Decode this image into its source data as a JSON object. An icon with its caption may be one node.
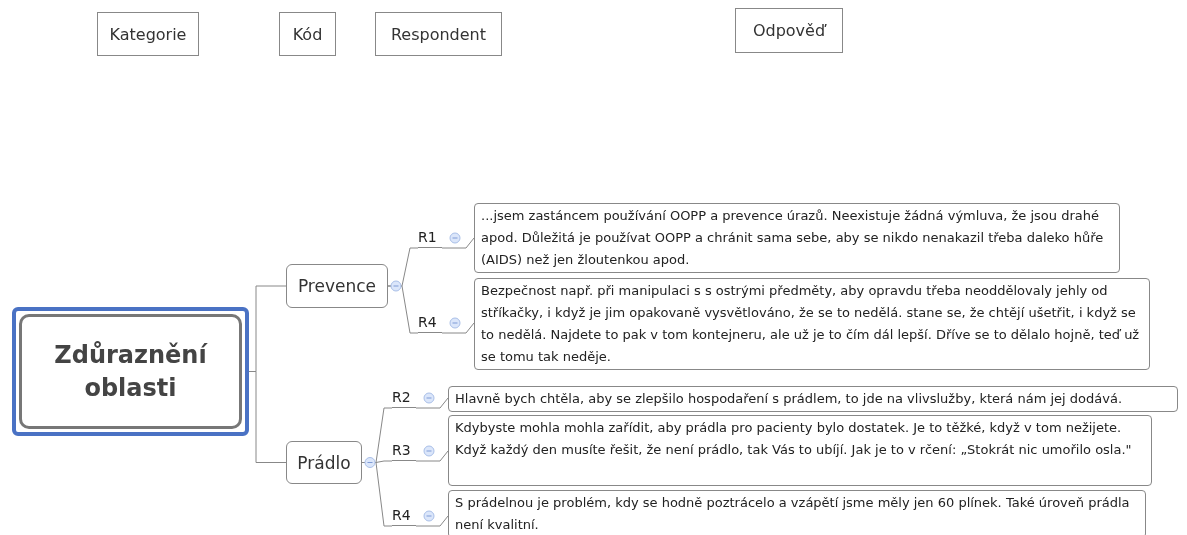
{
  "diagram": {
    "nodes": [
      {
        "text": [
          "Kategorie"
        ]
      },
      {
        "text": [
          "Kód"
        ]
      },
      {
        "text": [
          "Respondent"
        ]
      },
      {
        "text": [
          "Odpověď"
        ]
      },
      {
        "text": [
          "Zdůraznění oblasti"
        ]
      },
      {
        "text": [
          "Prevence"
        ]
      },
      {
        "text": [
          "R1"
        ]
      },
      {
        "text": [
          "...jsem zastáncem používání OOPP a prevence úrazů. Neexistuje žádná výmluva, že jsou drahé apod. Důležitá je používat OOPP a chránit sama sebe, aby se nikdo nenakazil třeba daleko hůře (AIDS) než jen žloutenkou apod."
        ]
      },
      {
        "text": [
          "R4"
        ]
      },
      {
        "text": [
          "Bezpečnost např. při manipulaci s s ostrými předměty, aby opravdu třeba neoddělovaly jehly od stříkačky, i když je jim opakovaně vysvětlováno, že se to nedělá. stane se, že chtějí ušetřit, i když se to nedělá.  Najdete to pak v tom kontejneru, ale už je to čím dál lepší. Dříve se to dělalo hojně, teď už se tomu tak neděje."
        ]
      },
      {
        "text": [
          "Prádlo"
        ]
      },
      {
        "text": [
          "R2"
        ]
      },
      {
        "text": [
          "Hlavně bych chtěla, aby se zlepšilo hospodaření s prádlem, to jde na vlivslužby, která nám jej dodává."
        ]
      },
      {
        "text": [
          "R3"
        ]
      },
      {
        "text": [
          "Kdybyste mohla mohla zařídit, aby prádla pro pacienty bylo dostatek. Je to těžké, když v tom nežijete. Když každý den musíte řešit, že není prádlo, tak Vás to ubíjí. Jak je to v rčení: „Stokrát nic umořilo osla.\""
        ]
      },
      {
        "text": [
          "R4"
        ]
      },
      {
        "text": [
          "S prádelnou je problém, kdy se hodně poztrácelo a vzápětí jsme měly jen 60 plínek. Také úroveň prádla není kvalitní."
        ]
      }
    ],
    "edges": [
      {
        "from": 4,
        "to": 5,
        "arrow": "none"
      },
      {
        "from": 4,
        "to": 10,
        "arrow": "none"
      },
      {
        "from": 5,
        "to": 6,
        "arrow": "none"
      },
      {
        "from": 6,
        "to": 7,
        "arrow": "none"
      },
      {
        "from": 5,
        "to": 8,
        "arrow": "none"
      },
      {
        "from": 8,
        "to": 9,
        "arrow": "none"
      },
      {
        "from": 10,
        "to": 11,
        "arrow": "none"
      },
      {
        "from": 11,
        "to": 12,
        "arrow": "none"
      },
      {
        "from": 10,
        "to": 13,
        "arrow": "none"
      },
      {
        "from": 13,
        "to": 14,
        "arrow": "none"
      },
      {
        "from": 10,
        "to": 15,
        "arrow": "none"
      },
      {
        "from": 15,
        "to": 16,
        "arrow": "none"
      }
    ]
  }
}
